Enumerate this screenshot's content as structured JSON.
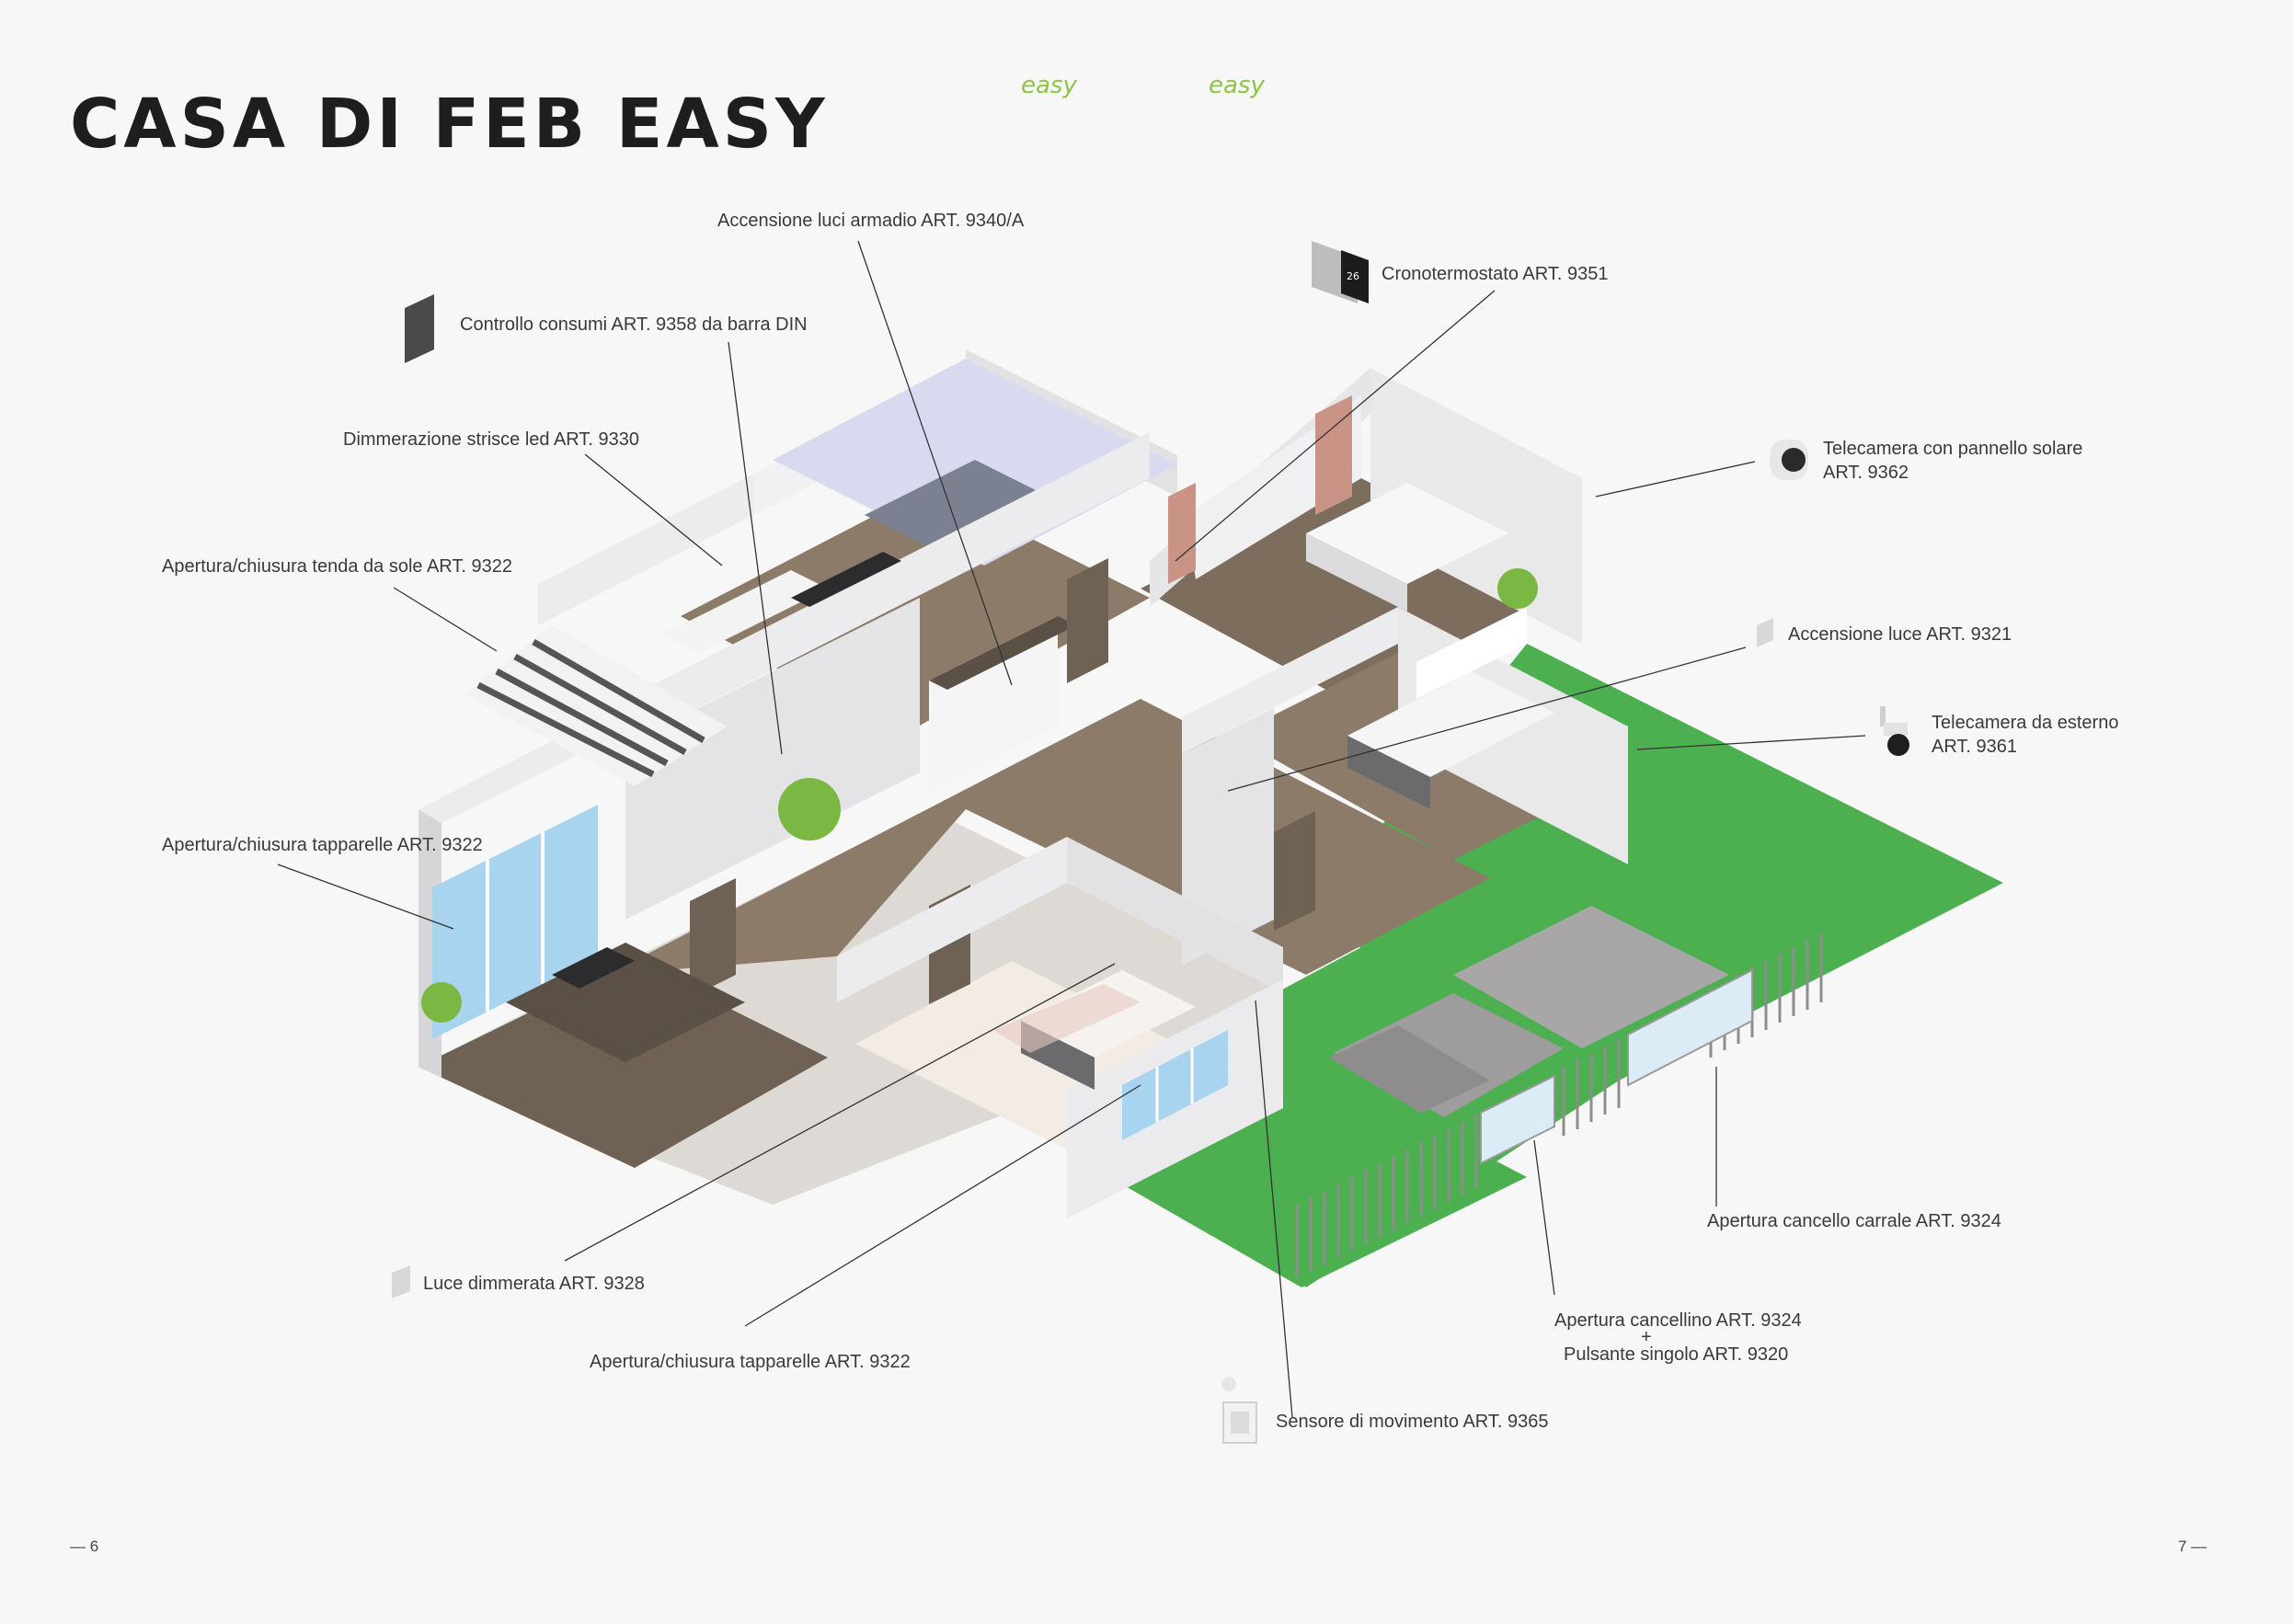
{
  "header": {
    "title": "CASA DI FEB EASY",
    "brand_left": "easy",
    "brand_right": "easy"
  },
  "colors": {
    "grass": "#4caf50",
    "floor": "#8b7b68",
    "wall": "#e9e9ea",
    "brand": "#8cc63f",
    "line": "#333333"
  },
  "labels": {
    "armadio": "Accensione luci armadio ART. 9340/A",
    "crono": "Cronotermostato ART. 9351",
    "consumi": "Controllo consumi ART. 9358 da barra DIN",
    "dimmer_led": "Dimmerazione strisce led ART. 9330",
    "tenda": "Apertura/chiusura tenda da sole ART. 9322",
    "tapparelle_left": "Apertura/chiusura tapparelle ART. 9322",
    "cam_solar_1": "Telecamera con pannello solare",
    "cam_solar_2": "ART. 9362",
    "luce": "Accensione luce ART. 9321",
    "cam_ext_1": "Telecamera da esterno",
    "cam_ext_2": "ART. 9361",
    "carrale": "Apertura cancello carrale ART. 9324",
    "cancellino_1": "Apertura cancellino ART. 9324",
    "cancellino_plus": "+",
    "cancellino_2": "Pulsante singolo ART. 9320",
    "luce_dimmerata": "Luce dimmerata ART. 9328",
    "tapparelle_bottom": "Apertura/chiusura tapparelle ART. 9322",
    "sensore": "Sensore di movimento ART. 9365"
  },
  "device_icons": {
    "consumi": "din-meter-icon",
    "crono": "thermostat-icon",
    "cam_solar": "solar-camera-icon",
    "luce": "light-module-icon",
    "cam_ext": "outdoor-camera-icon",
    "luce_dimmerata": "dimmer-module-icon",
    "sensore": "motion-sensor-icon"
  },
  "thermostat_display": "26",
  "footer": {
    "page_left": "— 6",
    "page_right": "7 —"
  }
}
